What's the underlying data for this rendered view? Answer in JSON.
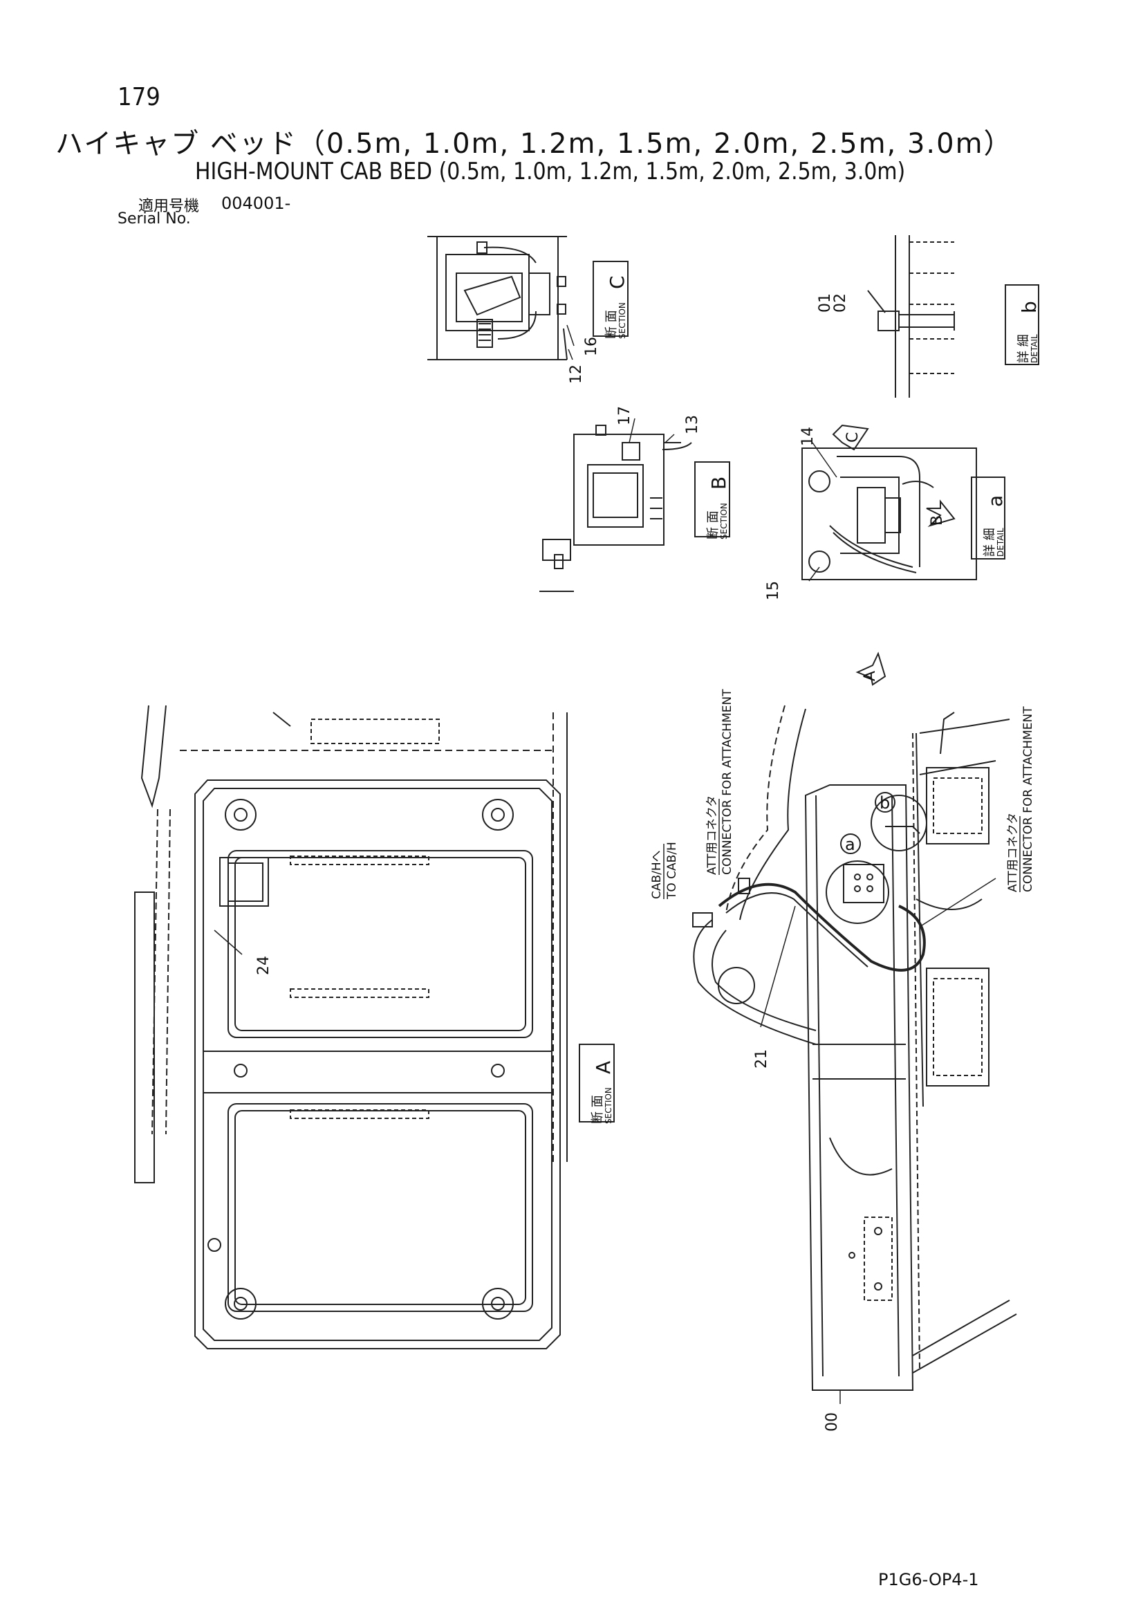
{
  "header": {
    "page_number": "179",
    "title_jp": "ハイキャブ ベッド（0.5m, 1.0m, 1.2m, 1.5m, 2.0m, 2.5m, 3.0m）",
    "title_en": "HIGH-MOUNT CAB BED (0.5m, 1.0m, 1.2m, 1.5m, 2.0m, 2.5m, 3.0m)",
    "serial_label_jp": "適用号機",
    "serial_label_en": "Serial No.",
    "serial_value": "004001-"
  },
  "views": {
    "section_c": {
      "jp": "断 面",
      "en": "SECTION",
      "letter": "C"
    },
    "section_b": {
      "jp": "断 面",
      "en": "SECTION",
      "letter": "B"
    },
    "section_a": {
      "jp": "断 面",
      "en": "SECTION",
      "letter": "A"
    },
    "detail_b": {
      "jp": "詳 細",
      "en": "DETAIL",
      "letter": "b"
    },
    "detail_a": {
      "jp": "詳 細",
      "en": "DETAIL",
      "letter": "a"
    }
  },
  "part_numbers": [
    "00",
    "01",
    "02",
    "12",
    "13",
    "14",
    "15",
    "16",
    "17",
    "21",
    "24"
  ],
  "view_arrows": [
    "A",
    "B",
    "C"
  ],
  "detail_circles": [
    "a",
    "b"
  ],
  "callouts": {
    "cab_h_jp": "CAB/Hへ",
    "cab_h_en": "TO CAB/H",
    "att_connector_jp": "ATT用コネクタ",
    "att_connector_en": "CONNECTOR FOR ATTACHMENT"
  },
  "footer": {
    "drawing_code": "P1G6-OP4-1"
  }
}
